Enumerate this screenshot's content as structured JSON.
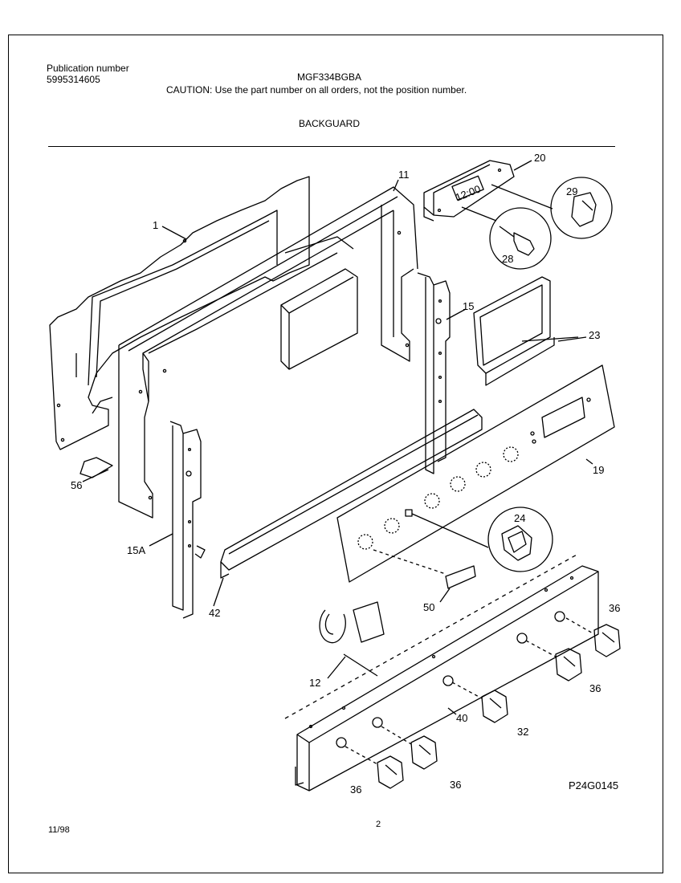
{
  "header": {
    "publication_label": "Publication number",
    "publication_number": "5995314605",
    "model": "MGF334BGBA",
    "caution": "CAUTION:  Use the part number on all orders, not the position number.",
    "section": "BACKGUARD"
  },
  "display_readout": "12:00",
  "callouts": [
    "1",
    "11",
    "20",
    "29",
    "28",
    "15",
    "23",
    "56",
    "19",
    "24",
    "15A",
    "42",
    "50",
    "36",
    "12",
    "40",
    "36",
    "32",
    "36",
    "36"
  ],
  "footer": {
    "drawing_id": "P24G0145",
    "date": "11/98",
    "page": "2"
  }
}
